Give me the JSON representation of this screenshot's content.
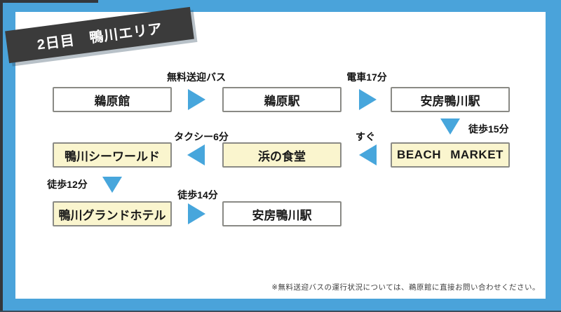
{
  "banner": {
    "title": "2日目　鴨川エリア"
  },
  "colors": {
    "background_blue": "#4aa3da",
    "arrow_blue": "#47a6dc",
    "banner_dark": "#3b3b3b",
    "highlight_yellow": "#faf5ce",
    "box_border_gray": "#8a8a85",
    "card_white": "#ffffff"
  },
  "flow": {
    "row1": {
      "box1": "鵜原館",
      "arrow1_label": "無料送迎バス",
      "box2": "鵜原駅",
      "arrow2_label": "電車17分",
      "box3": "安房鴨川駅"
    },
    "down1_label": "徒歩15分",
    "row2": {
      "box1": "鴨川シーワールド",
      "arrow1_label": "タクシー6分",
      "box2": "浜の食堂",
      "arrow2_label": "すぐ",
      "box3": "BEACH MARKET"
    },
    "down2_label": "徒歩12分",
    "row3": {
      "box1": "鴨川グランドホテル",
      "arrow1_label": "徒歩14分",
      "box2": "安房鴨川駅"
    }
  },
  "footer": {
    "note": "※無料送迎バスの運行状況については、鵜原館に直接お問い合わせください。"
  }
}
